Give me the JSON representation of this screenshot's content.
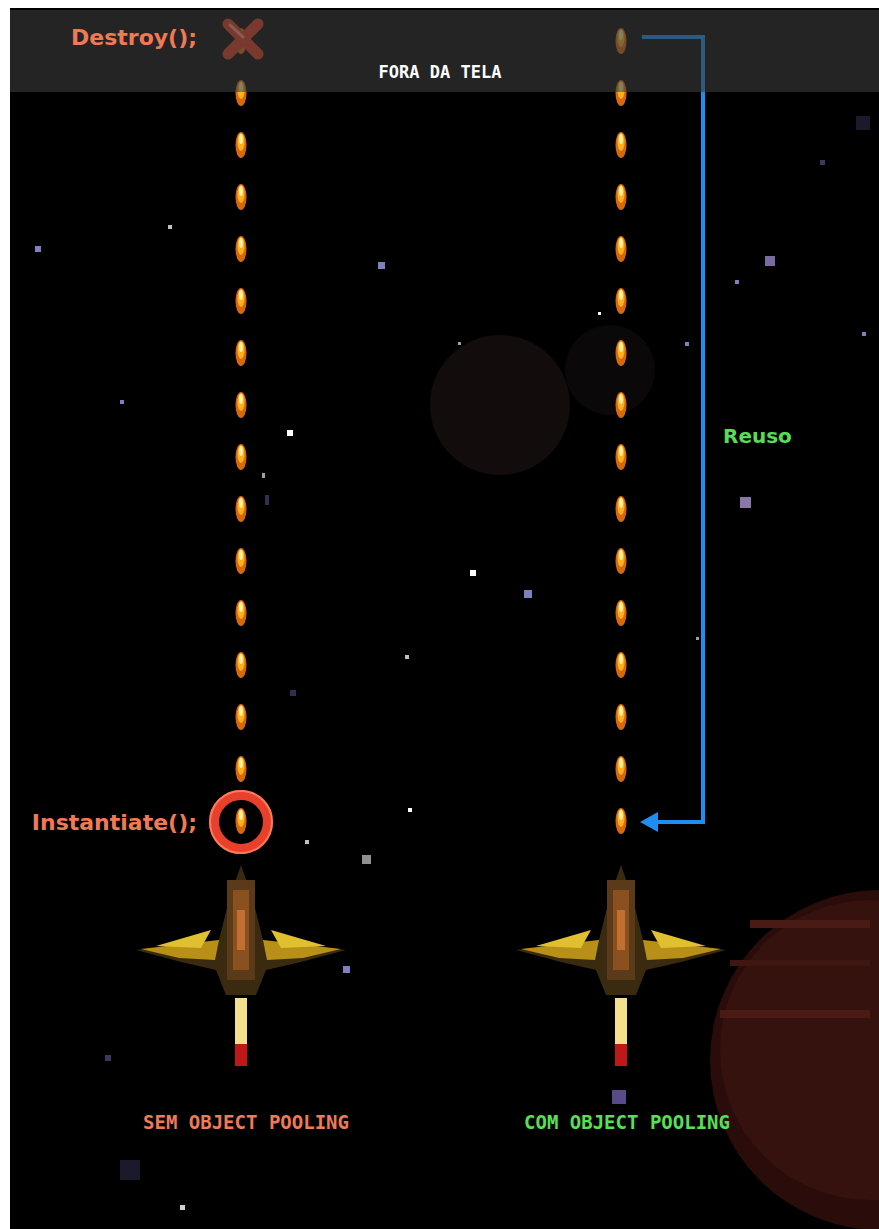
{
  "diagram": {
    "nodes": [
      {
        "text": [
          "FORA DA TELA"
        ]
      }
    ],
    "labels": [
      "Destroy();",
      "Reuso",
      "Instantiate();",
      "SEM OBJECT POOLING",
      "COM OBJECT POOLING"
    ]
  }
}
